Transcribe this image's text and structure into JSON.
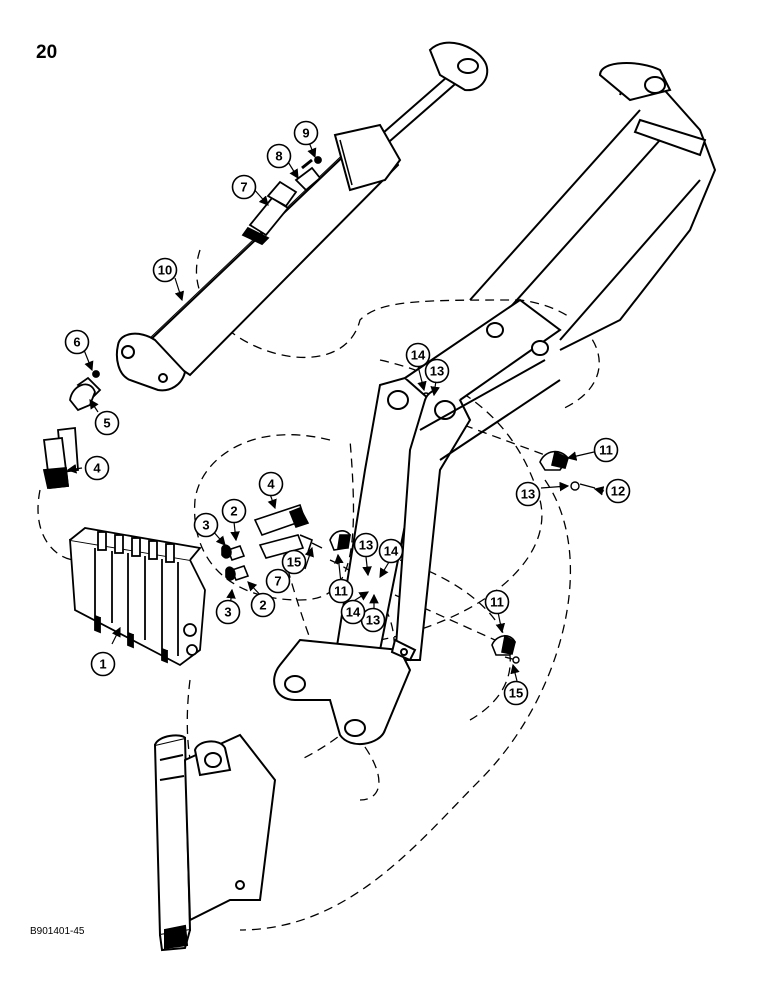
{
  "page_number": "20",
  "reference_code": "B901401-45",
  "callouts": [
    "1",
    "2",
    "2",
    "3",
    "3",
    "4",
    "4",
    "5",
    "6",
    "7",
    "7",
    "8",
    "9",
    "10",
    "11",
    "11",
    "11",
    "12",
    "13",
    "13",
    "13",
    "13",
    "14",
    "14",
    "14",
    "15",
    "15"
  ]
}
